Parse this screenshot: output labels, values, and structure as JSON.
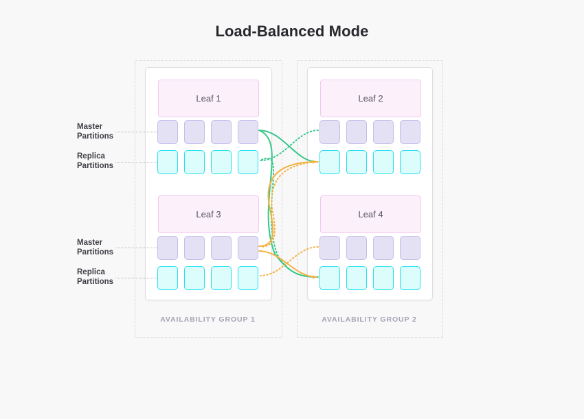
{
  "title": "Load-Balanced Mode",
  "colors": {
    "background": "#f8f8f9",
    "title_text": "#27272c",
    "leaf_fill": "#fcf0fb",
    "leaf_border": "#f4c8ee",
    "master_fill": "#e4e1f4",
    "master_border": "#c7bde9",
    "replica_fill": "#ddfdfd",
    "replica_border": "#22e0f0",
    "card_border": "#dededf",
    "frame_border": "#cfcfd4",
    "caption_text": "#a3a3b3",
    "connector_green": "#35c78a",
    "connector_orange": "#f2b241"
  },
  "groups": [
    {
      "caption": "AVAILABILITY GROUP 1",
      "leaves": [
        {
          "name": "Leaf 1",
          "master_label": "Master\nPartitions",
          "replica_label": "Replica\nPartitions",
          "master_count": 4,
          "replica_count": 4
        },
        {
          "name": "Leaf 3",
          "master_label": "Master\nPartitions",
          "replica_label": "Replica\nPartitions",
          "master_count": 4,
          "replica_count": 4
        }
      ]
    },
    {
      "caption": "AVAILABILITY GROUP 2",
      "leaves": [
        {
          "name": "Leaf 2",
          "master_count": 4,
          "replica_count": 4
        },
        {
          "name": "Leaf 4",
          "master_count": 4,
          "replica_count": 4
        }
      ]
    }
  ],
  "labels": {
    "master_line1": "Master",
    "master_line2": "Partitions",
    "replica_line1": "Replica",
    "replica_line2": "Partitions"
  },
  "leaf_names": {
    "leaf1": "Leaf 1",
    "leaf2": "Leaf 2",
    "leaf3": "Leaf 3",
    "leaf4": "Leaf 4"
  },
  "captions": {
    "group1": "AVAILABILITY GROUP 1",
    "group2": "AVAILABILITY GROUP 2"
  },
  "replication_flows": [
    {
      "from": "Leaf 1 master partitions",
      "to": "Leaf 2 replica partitions",
      "color": "#35c78a",
      "style": "solid",
      "arrow": true
    },
    {
      "from": "Leaf 1 master partitions",
      "to": "Leaf 4 replica partitions",
      "color": "#35c78a",
      "style": "solid",
      "arrow": true
    },
    {
      "from": "Leaf 2 replica partitions",
      "to": "Leaf 1 replica partitions",
      "color": "#35c78a",
      "style": "dotted",
      "arrow": false
    },
    {
      "from": "Leaf 4 replica partitions",
      "to": "Leaf 1 replica partitions",
      "color": "#35c78a",
      "style": "dotted",
      "arrow": false
    },
    {
      "from": "Leaf 3 master partitions",
      "to": "Leaf 2 replica partitions",
      "color": "#f2b241",
      "style": "solid",
      "arrow": true
    },
    {
      "from": "Leaf 3 master partitions",
      "to": "Leaf 4 replica partitions",
      "color": "#f2b241",
      "style": "solid",
      "arrow": true
    },
    {
      "from": "Leaf 2 master partitions",
      "to": "Leaf 3 replica partitions",
      "color": "#f2b241",
      "style": "dotted",
      "arrow": false
    },
    {
      "from": "Leaf 4 master partitions",
      "to": "Leaf 3 replica partitions",
      "color": "#f2b241",
      "style": "dotted",
      "arrow": false
    }
  ]
}
